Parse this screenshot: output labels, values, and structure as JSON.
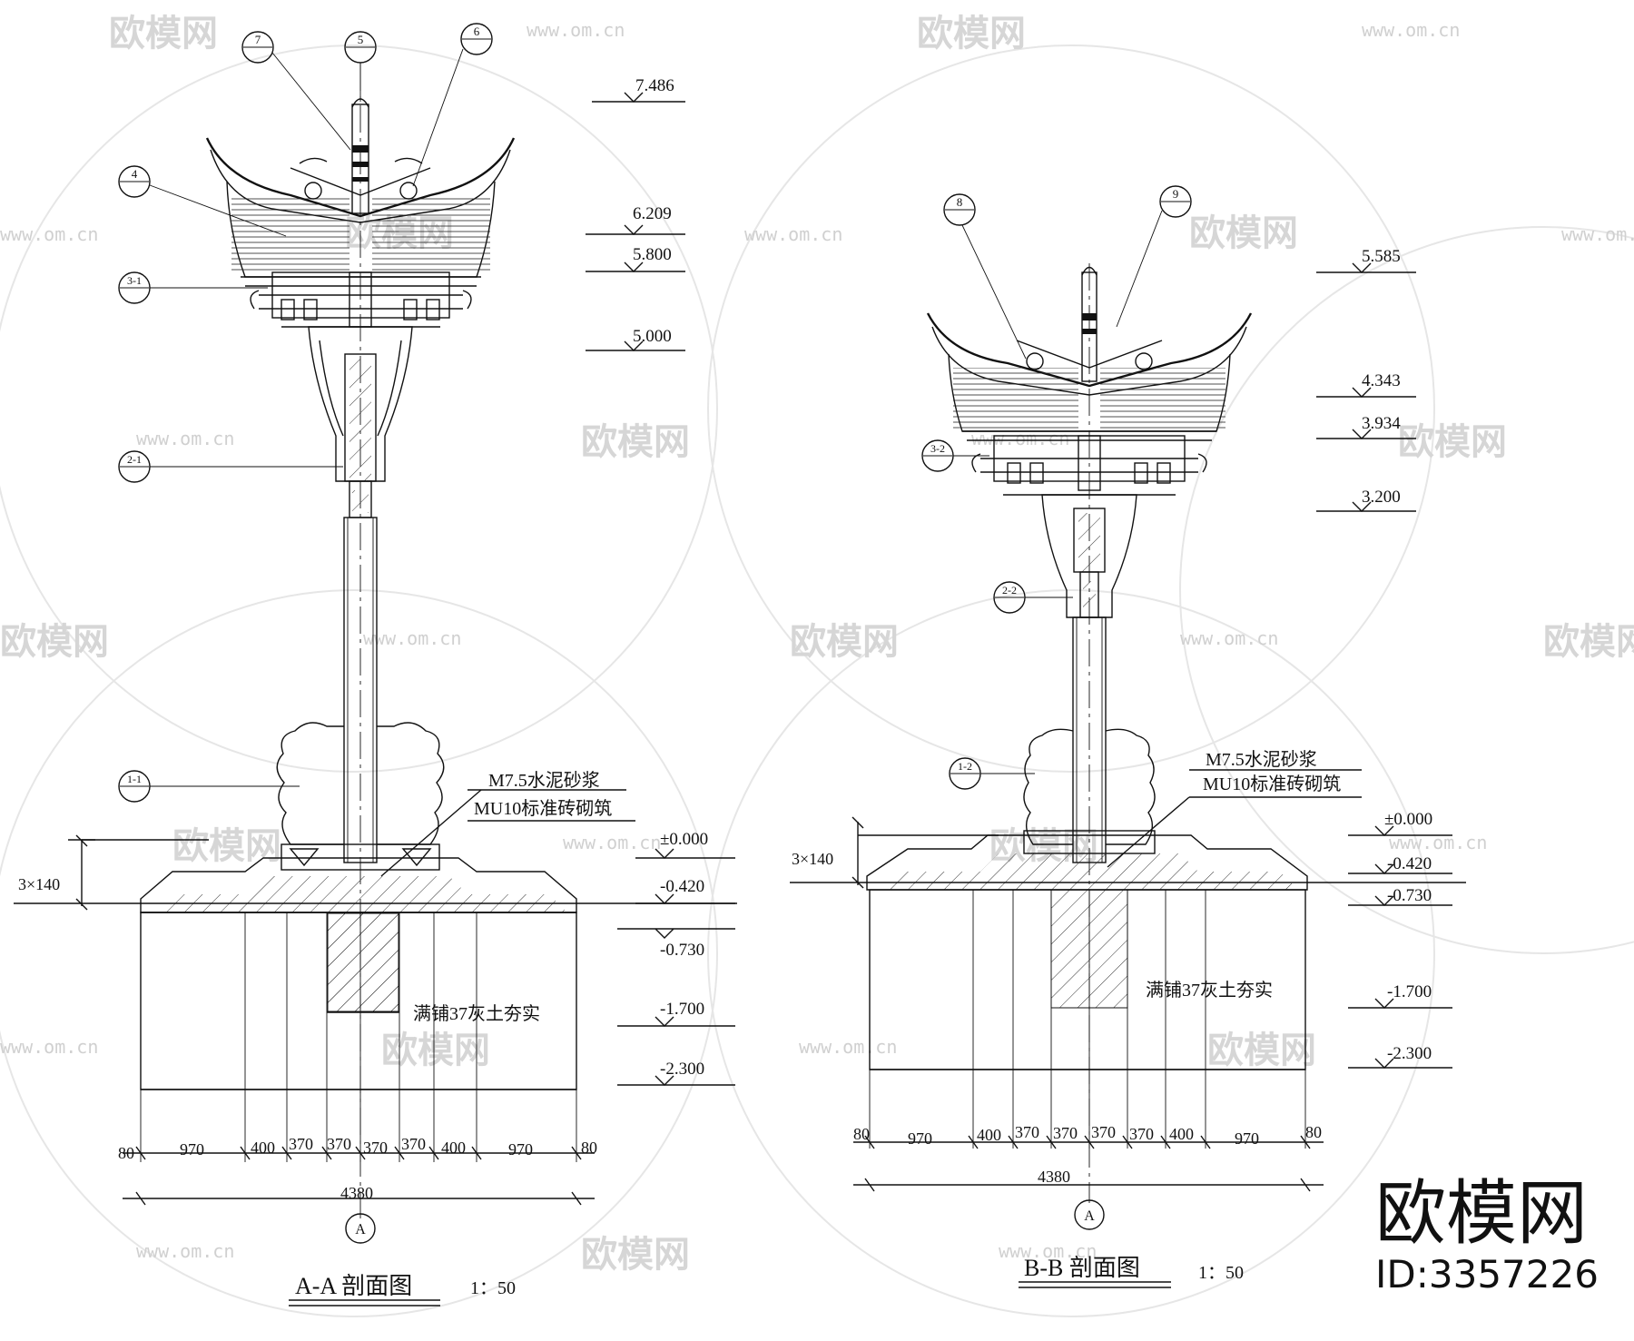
{
  "watermark": {
    "brand": "欧模网",
    "url": "www.om.cn",
    "logo_text": "欧模网",
    "id_text": "ID:3357226"
  },
  "section_a": {
    "title": "A-A 剖面图",
    "scale": "1：50",
    "axis": "A",
    "callouts": [
      "7",
      "5",
      "6",
      "4",
      "3-1",
      "2-1",
      "1-1"
    ],
    "elevations": [
      "7.486",
      "6.209",
      "5.800",
      "5.000",
      "±0.000",
      "-0.420",
      "-0.730",
      "-1.700",
      "-2.300"
    ],
    "side_dim": "3×140",
    "note_line1": "M7.5水泥砂浆",
    "note_line2": "MU10标准砖砌筑",
    "fill_note": "满铺37灰土夯实",
    "dims": [
      "80",
      "970",
      "400",
      "370",
      "370",
      "370",
      "370",
      "400",
      "970",
      "80"
    ],
    "total": "4380"
  },
  "section_b": {
    "title": "B-B 剖面图",
    "scale": "1：50",
    "axis": "A",
    "callouts": [
      "8",
      "9",
      "3-2",
      "2-2",
      "1-2"
    ],
    "elevations": [
      "5.585",
      "4.343",
      "3.934",
      "3.200",
      "±0.000",
      "-0.420",
      "-0.730",
      "-1.700",
      "-2.300"
    ],
    "side_dim": "3×140",
    "note_line1": "M7.5水泥砂浆",
    "note_line2": "MU10标准砖砌筑",
    "fill_note": "满铺37灰土夯实",
    "dims": [
      "80",
      "970",
      "400",
      "370",
      "370",
      "370",
      "370",
      "400",
      "970",
      "80"
    ],
    "total": "4380"
  }
}
